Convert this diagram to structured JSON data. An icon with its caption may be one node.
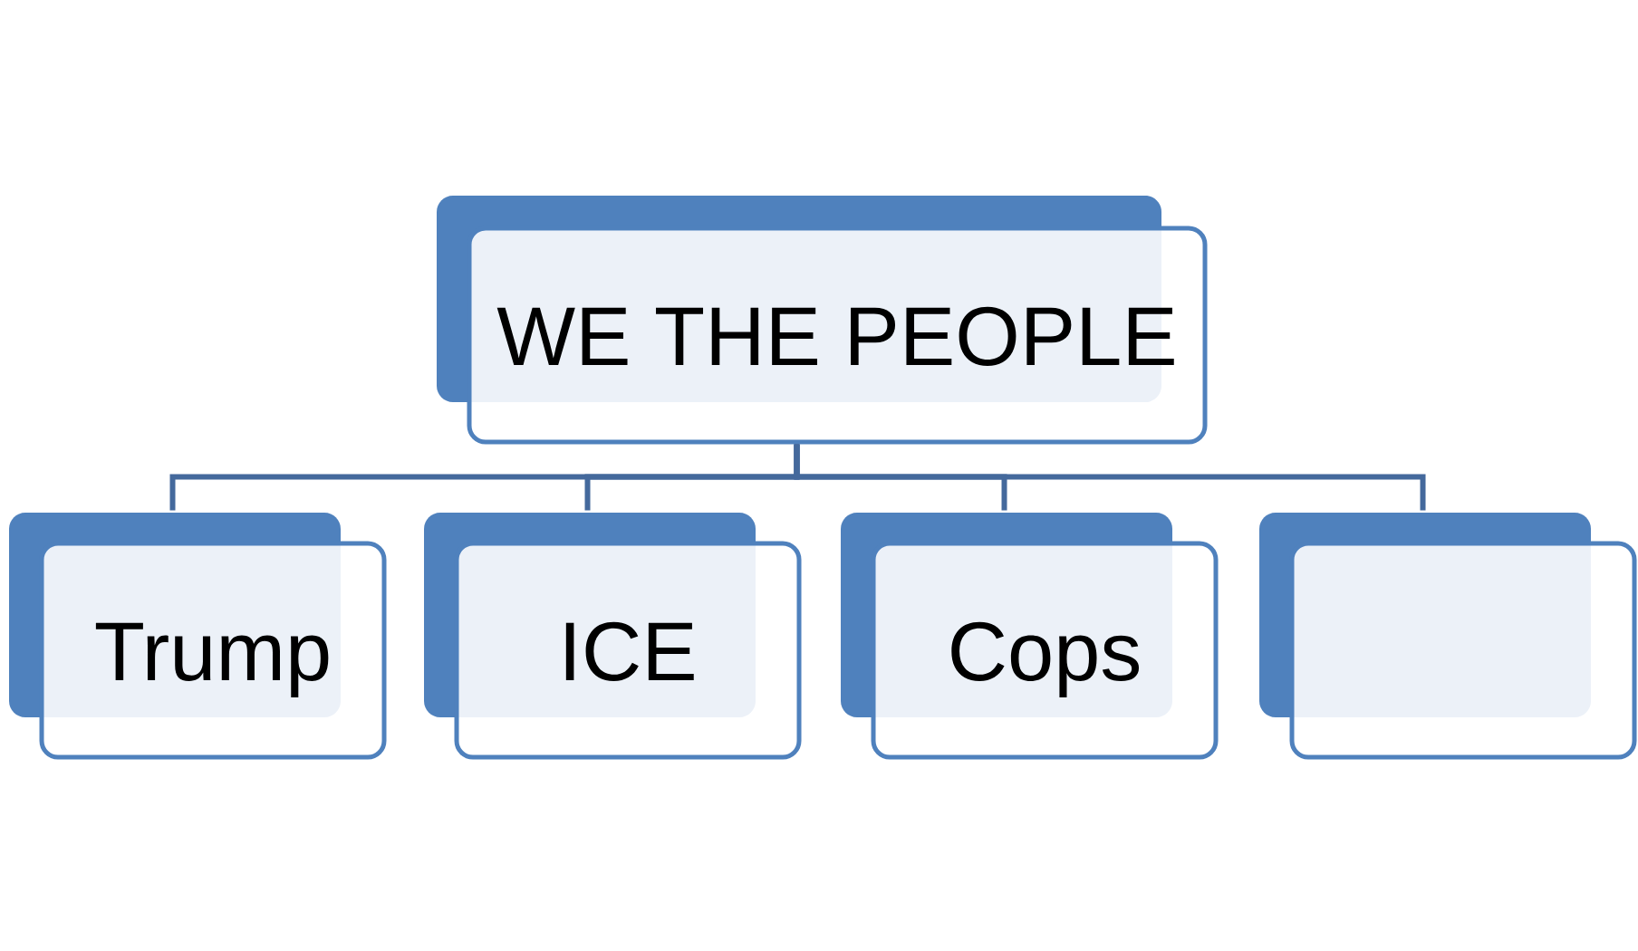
{
  "diagram": {
    "nodes": [
      {
        "text": [
          "WE THE PEOPLE"
        ]
      },
      {
        "text": [
          "Trump"
        ]
      },
      {
        "text": [
          "ICE"
        ]
      },
      {
        "text": [
          "Cops"
        ]
      },
      {
        "text": [],
        "shape": "box"
      }
    ],
    "edges": [
      {
        "from": 0,
        "to": 1,
        "arrow": "none"
      },
      {
        "from": 0,
        "to": 2,
        "arrow": "none"
      },
      {
        "from": 0,
        "to": 3,
        "arrow": "none"
      },
      {
        "from": 0,
        "to": 4,
        "arrow": "none"
      }
    ]
  }
}
